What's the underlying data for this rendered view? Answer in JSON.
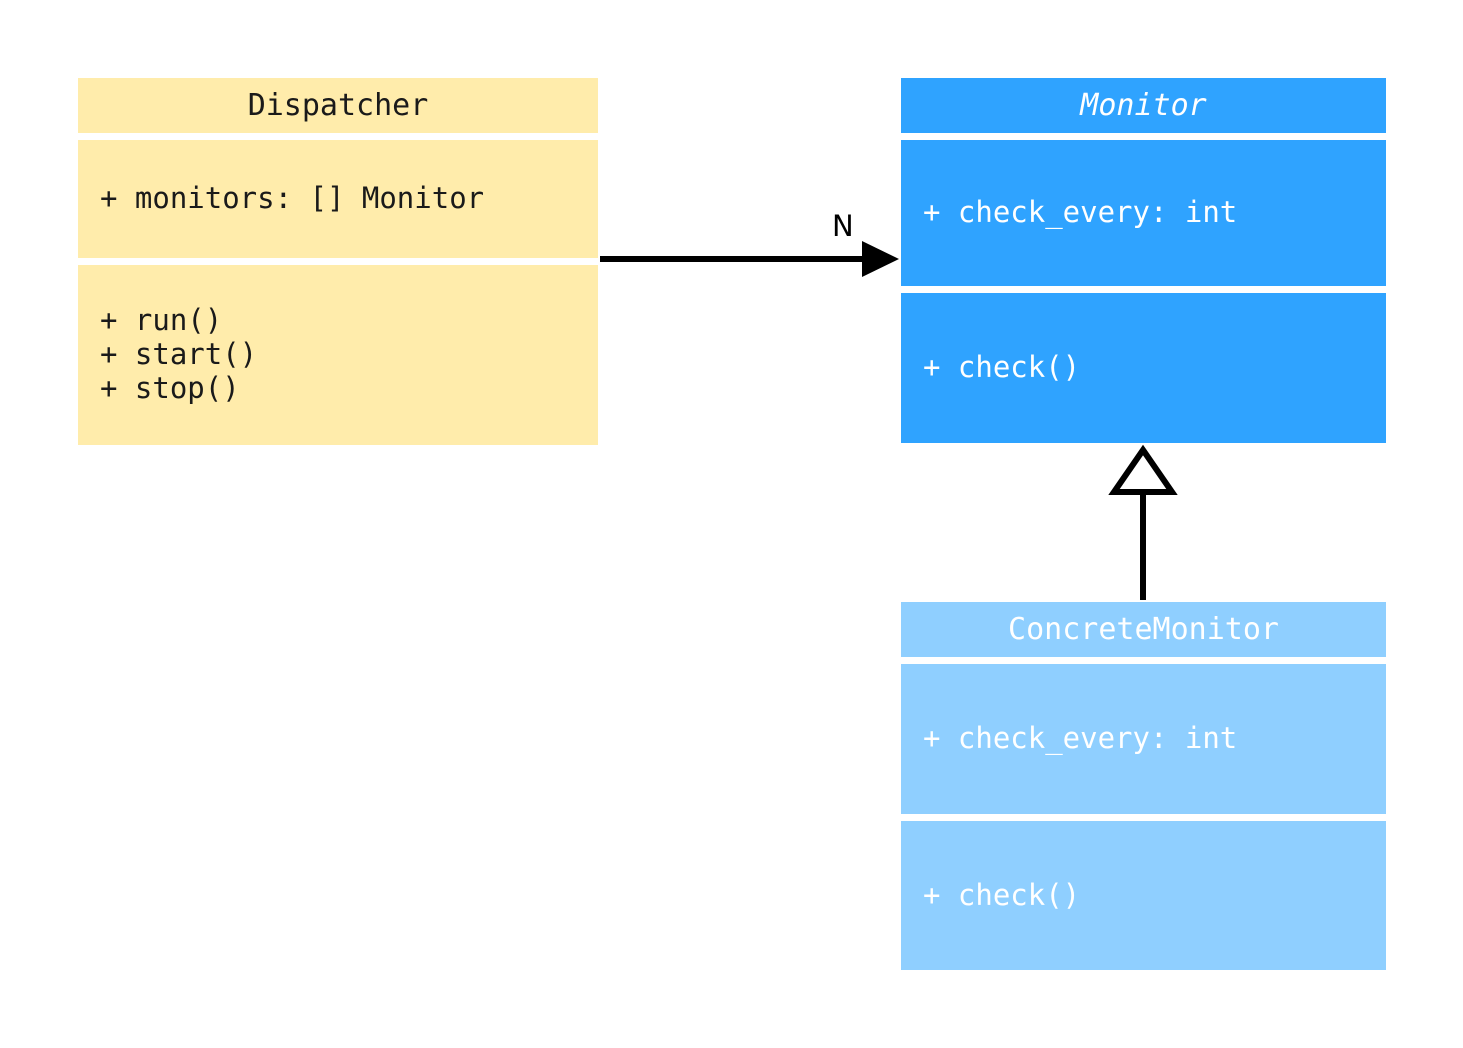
{
  "diagram": {
    "type": "uml-class-diagram",
    "background": "#ffffff",
    "classes": [
      {
        "id": "dispatcher",
        "name": "Dispatcher",
        "abstract": false,
        "fill": "#ffecab",
        "text_color": "#1a1a1a",
        "attributes": [
          "+ monitors: [] Monitor"
        ],
        "methods": [
          "+ run()",
          "+ start()",
          "+ stop()"
        ]
      },
      {
        "id": "monitor",
        "name": "Monitor",
        "abstract": true,
        "fill": "#2fa3ff",
        "text_color": "#ffffff",
        "attributes": [
          "+ check_every: int"
        ],
        "methods": [
          "+ check()"
        ]
      },
      {
        "id": "concrete_monitor",
        "name": "ConcreteMonitor",
        "abstract": false,
        "fill": "#8fcfff",
        "text_color": "#ffffff",
        "attributes": [
          "+ check_every: int"
        ],
        "methods": [
          "+ check()"
        ]
      }
    ],
    "relationships": [
      {
        "id": "dispatcher-to-monitor",
        "kind": "association",
        "from": "Dispatcher",
        "to": "Monitor",
        "arrowhead": "filled-arrow",
        "label": "N",
        "stroke": "#000000"
      },
      {
        "id": "concrete-to-monitor",
        "kind": "generalization",
        "from": "ConcreteMonitor",
        "to": "Monitor",
        "arrowhead": "hollow-triangle",
        "label": "",
        "stroke": "#000000"
      }
    ]
  }
}
